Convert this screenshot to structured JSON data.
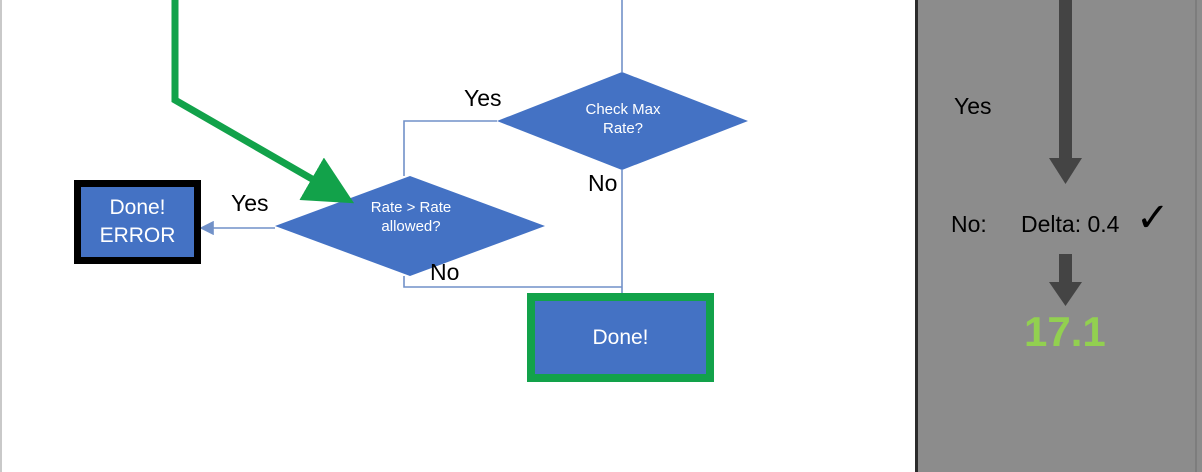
{
  "flowchart": {
    "nodes": {
      "check_max_rate": {
        "label_line1": "Check Max",
        "label_line2": "Rate?",
        "shape": "diamond",
        "fill": "#4472C4"
      },
      "rate_gt_allowed": {
        "label_line1": "Rate > Rate",
        "label_line2": "allowed?",
        "shape": "diamond",
        "fill": "#4472C4"
      },
      "done_error": {
        "label_line1": "Done!",
        "label_line2": "ERROR",
        "shape": "rectangle",
        "fill": "#4472C4",
        "border": "#000000"
      },
      "done_ok": {
        "label": "Done!",
        "shape": "rectangle",
        "fill": "#4472C4",
        "border": "#12A24A"
      }
    },
    "edge_labels": {
      "check_max_rate_yes": "Yes",
      "check_max_rate_no": "No",
      "rate_gt_allowed_yes": "Yes",
      "rate_gt_allowed_no": "No"
    },
    "colors": {
      "connector": "#7191C8",
      "highlight_arrow": "#12A24A",
      "node_fill": "#4472C4",
      "error_border": "#000000",
      "done_border": "#12A24A"
    }
  },
  "panel": {
    "background": "#8c8c8c",
    "labels": {
      "yes": "Yes",
      "no": "No:",
      "delta": "Delta: 0.4",
      "check_icon": "check-icon",
      "result_value": "17.1"
    },
    "colors": {
      "arrow": "#444444",
      "result_value": "#92D050",
      "text": "#000000"
    }
  }
}
